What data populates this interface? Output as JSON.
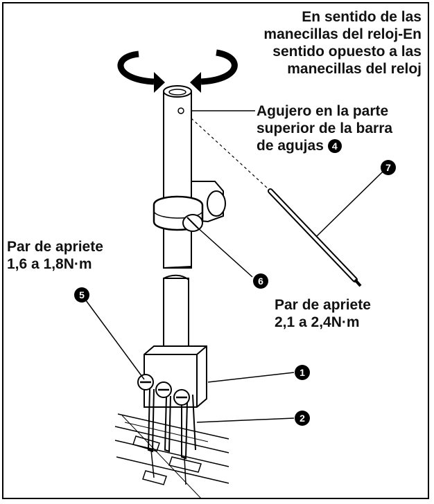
{
  "rotation_text": [
    "En sentido de las",
    "manecillas del reloj-En",
    "sentido opuesto a las",
    "manecillas del reloj"
  ],
  "hole_text": [
    "Agujero en la parte",
    "superior de la barra",
    "de agujas"
  ],
  "hole_ref": "4",
  "torque_left": [
    "Par de apriete",
    "1,6 a 1,8N·m"
  ],
  "torque_right": [
    "Par de apriete",
    "2,1 a 2,4N·m"
  ],
  "callouts": {
    "c1": "1",
    "c2": "2",
    "c5": "5",
    "c6": "6",
    "c7": "7"
  }
}
